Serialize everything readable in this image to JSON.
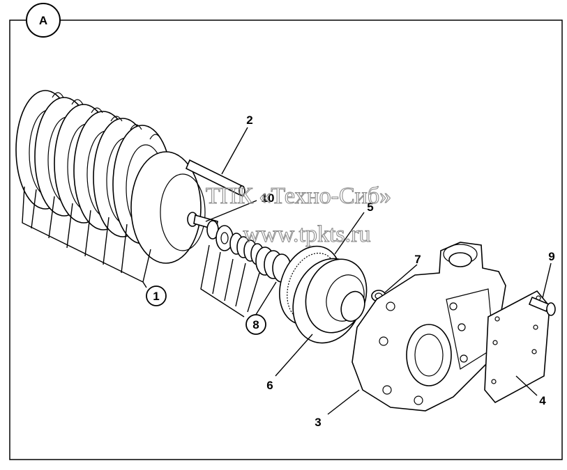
{
  "view_label": "A",
  "callouts": {
    "c1": "1",
    "c2": "2",
    "c3": "3",
    "c4": "4",
    "c5": "5",
    "c6": "6",
    "c7": "7",
    "c8": "8",
    "c9": "9",
    "c10": "10"
  },
  "watermark": {
    "line1": "ТПК «Техно-Сиб»",
    "line2": "www.tpkts.ru"
  }
}
